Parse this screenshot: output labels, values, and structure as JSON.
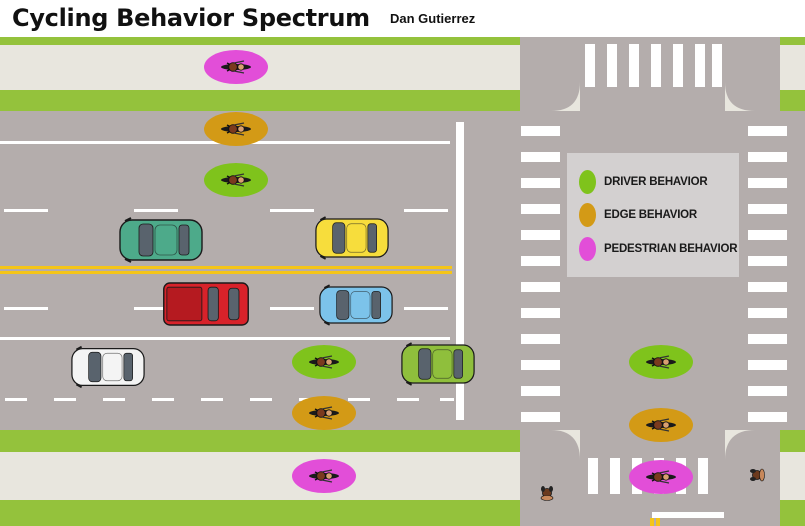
{
  "header": {
    "title": "Cycling Behavior Spectrum",
    "author": "Dan Gutierrez"
  },
  "legend": {
    "items": [
      {
        "label": "DRIVER BEHAVIOR",
        "color": "#7fc31c"
      },
      {
        "label": "EDGE BEHAVIOR",
        "color": "#d39a16"
      },
      {
        "label": "PEDESTRIAN BEHAVIOR",
        "color": "#e24ed8"
      }
    ]
  },
  "colors": {
    "road": "#b4adac",
    "sidewalk": "#e8e6de",
    "grass": "#94c23c",
    "lane_marking": "#ffffff",
    "center_line": "#f5c518",
    "driver": "#7fc31c",
    "edge": "#d39a16",
    "pedestrian": "#e24ed8"
  },
  "vehicles": [
    {
      "name": "car-teal",
      "color": "#4daa8a"
    },
    {
      "name": "car-yellow",
      "color": "#f7dd3c"
    },
    {
      "name": "pickup-red",
      "color": "#d8222a"
    },
    {
      "name": "car-blue",
      "color": "#7cc3ea"
    },
    {
      "name": "car-white",
      "color": "#f4f4f4"
    },
    {
      "name": "car-green",
      "color": "#8fbf3c"
    }
  ],
  "cyclists": [
    {
      "behavior": "pedestrian",
      "location": "upper sidewalk"
    },
    {
      "behavior": "edge",
      "location": "upper road edge"
    },
    {
      "behavior": "driver",
      "location": "upper travel lane"
    },
    {
      "behavior": "driver",
      "location": "lower right lane"
    },
    {
      "behavior": "edge",
      "location": "lower bike edge"
    },
    {
      "behavior": "pedestrian",
      "location": "lower sidewalk"
    },
    {
      "behavior": "driver",
      "location": "intersection lane"
    },
    {
      "behavior": "edge",
      "location": "intersection edge"
    },
    {
      "behavior": "pedestrian",
      "location": "crosswalk"
    }
  ],
  "pedestrians": [
    {
      "icon": "pedestrian-icon",
      "location": "bottom corner"
    },
    {
      "icon": "pedestrian-icon",
      "location": "right corner"
    }
  ]
}
